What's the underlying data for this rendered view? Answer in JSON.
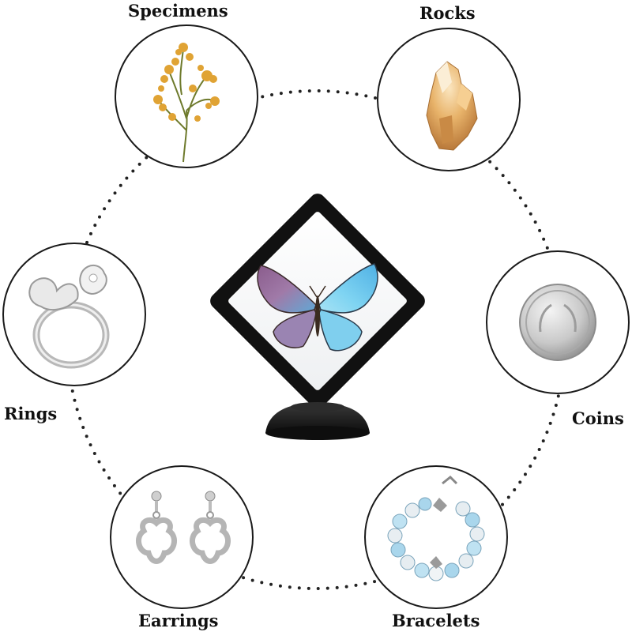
{
  "labels": {
    "specimens": "Specimens",
    "rocks": "Rocks",
    "rings": "Rings",
    "coins": "Coins",
    "earrings": "Earrings",
    "bracelets": "Bracelets"
  },
  "colors": {
    "frame": "#111111",
    "dots": "#222222",
    "circle_border": "#1a1a1a",
    "butterfly_left": "#9a6fa6",
    "butterfly_right": "#6ec9ec",
    "flower": "#e0a334",
    "stone": "#e9b46a",
    "silver": "#c8c8c8",
    "bead": "#a9d6ec"
  }
}
